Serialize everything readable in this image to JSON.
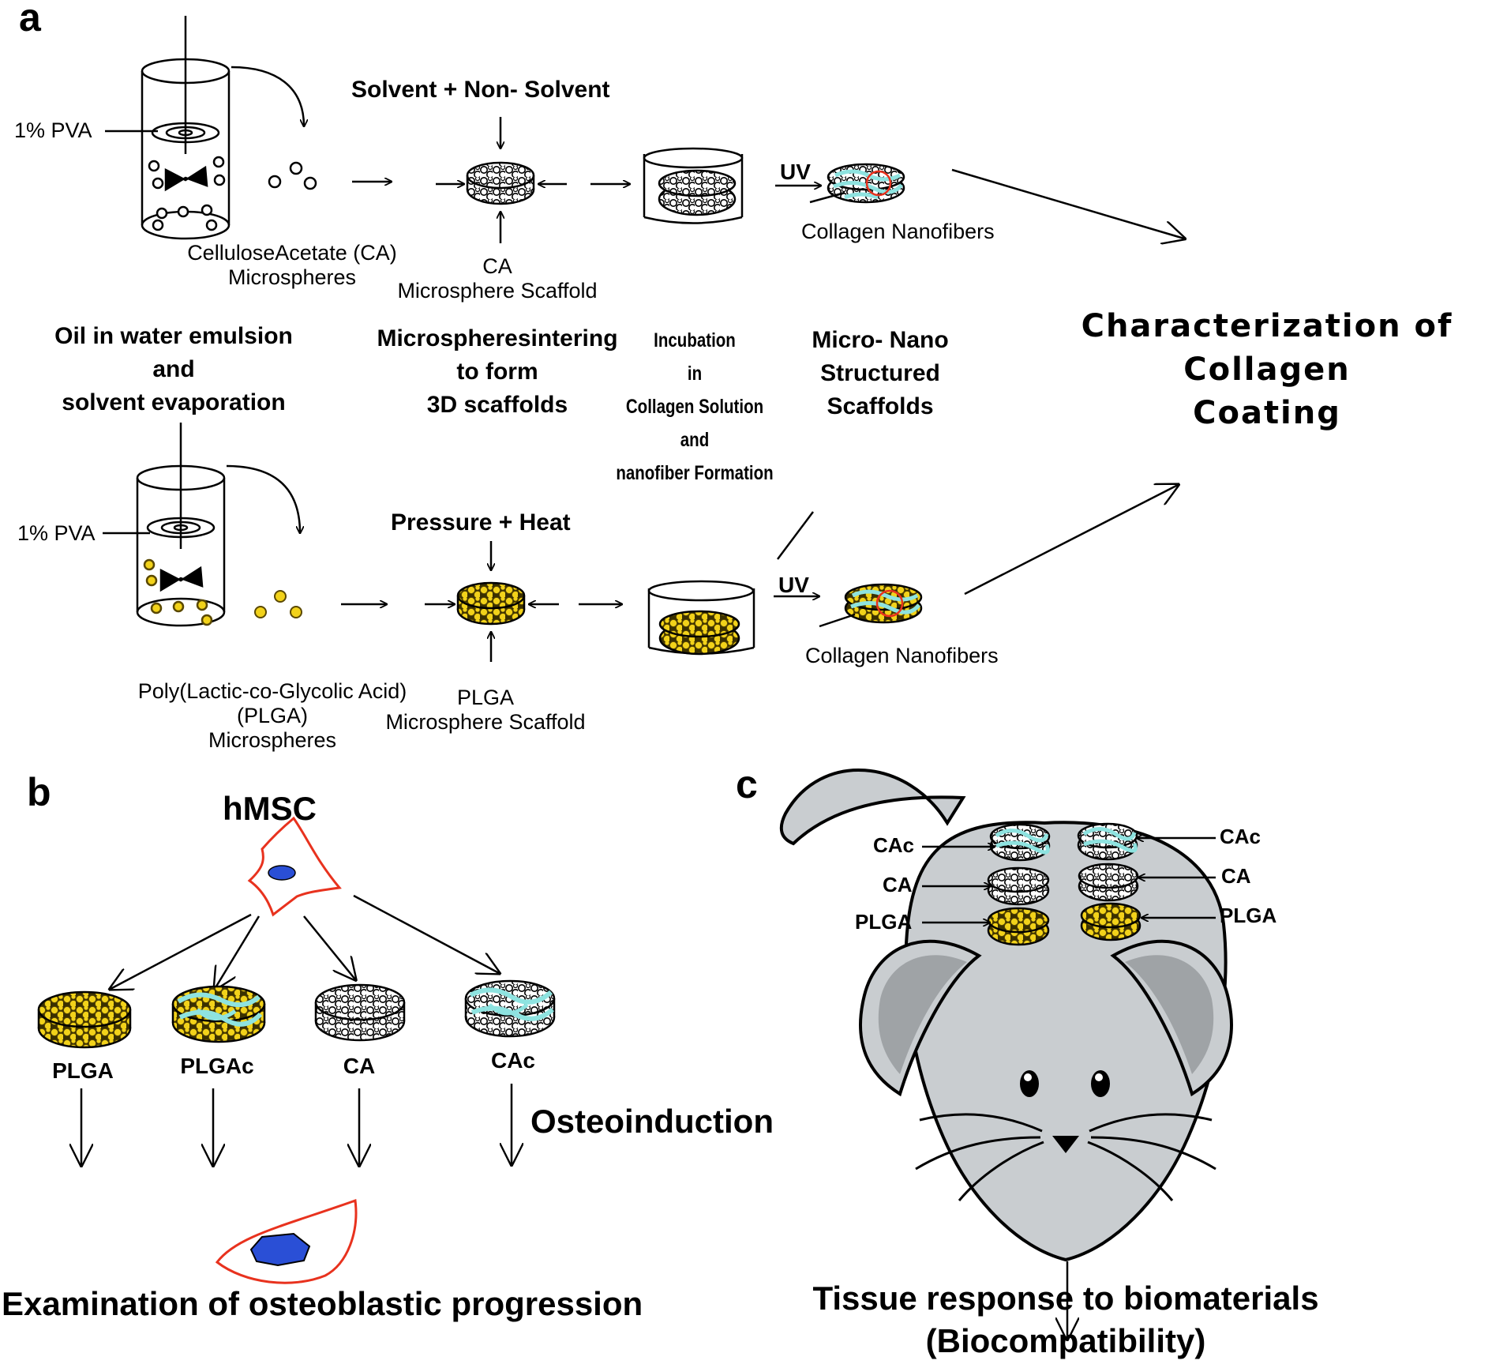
{
  "panels": {
    "a": "a",
    "b": "b",
    "c": "c"
  },
  "panel_a": {
    "pva_top": "1% PVA",
    "pva_bottom": "1% PVA",
    "solvent_nonsolvent": "Solvent + Non- Solvent",
    "pressure_heat": "Pressure + Heat",
    "uv_top": "UV",
    "uv_bottom": "UV",
    "collagen_nanofibers_top": "Collagen  Nanofibers",
    "collagen_nanofibers_bottom": "Collagen  Nanofibers",
    "ca_microspheres": [
      "CelluloseAcetate (CA)",
      "Microspheres"
    ],
    "ca_scaffold": [
      "CA",
      "Microsphere  Scaffold"
    ],
    "plga_microspheres": [
      "Poly(Lactic-co-Glycolic Acid)",
      "(PLGA)",
      "Microspheres"
    ],
    "plga_scaffold": [
      "PLGA",
      "Microsphere  Scaffold"
    ],
    "step_emulsion": [
      "Oil in water emulsion",
      "and",
      "solvent  evaporation"
    ],
    "step_sintering": [
      "Microspheresintering",
      "to form",
      "3D scaffolds"
    ],
    "step_incubation": [
      "Incubation",
      "in",
      "Collagen Solution",
      "and",
      "nanofiber Formation"
    ],
    "step_micronano": [
      "Micro- Nano",
      "Structured",
      "Scaffolds"
    ],
    "characterization": [
      "Characterization of",
      "Collagen",
      "Coating"
    ]
  },
  "panel_b": {
    "hmsc": "hMSC",
    "scaffolds": [
      "PLGA",
      "PLGAc",
      "CA",
      "CAc"
    ],
    "osteoinduction": "Osteoinduction",
    "examination": "Examination of osteoblastic progression"
  },
  "panel_c": {
    "left_labels": [
      "CAc",
      "CA",
      "PLGA"
    ],
    "right_labels": [
      "CAc",
      "CA",
      "PLGA"
    ],
    "tissue_response": [
      "Tissue response to biomaterials",
      "(Biocompatibility)"
    ]
  },
  "colors": {
    "plga_yellow": "#f2d21a",
    "collagen_cyan": "#8ee3e0",
    "mouse_gray": "#c9cdd0",
    "ear_gray": "#9fa3a6",
    "cell_red": "#e8321e",
    "nucleus_blue": "#2a4fd6",
    "uv_circle_red": "#e8321e"
  }
}
